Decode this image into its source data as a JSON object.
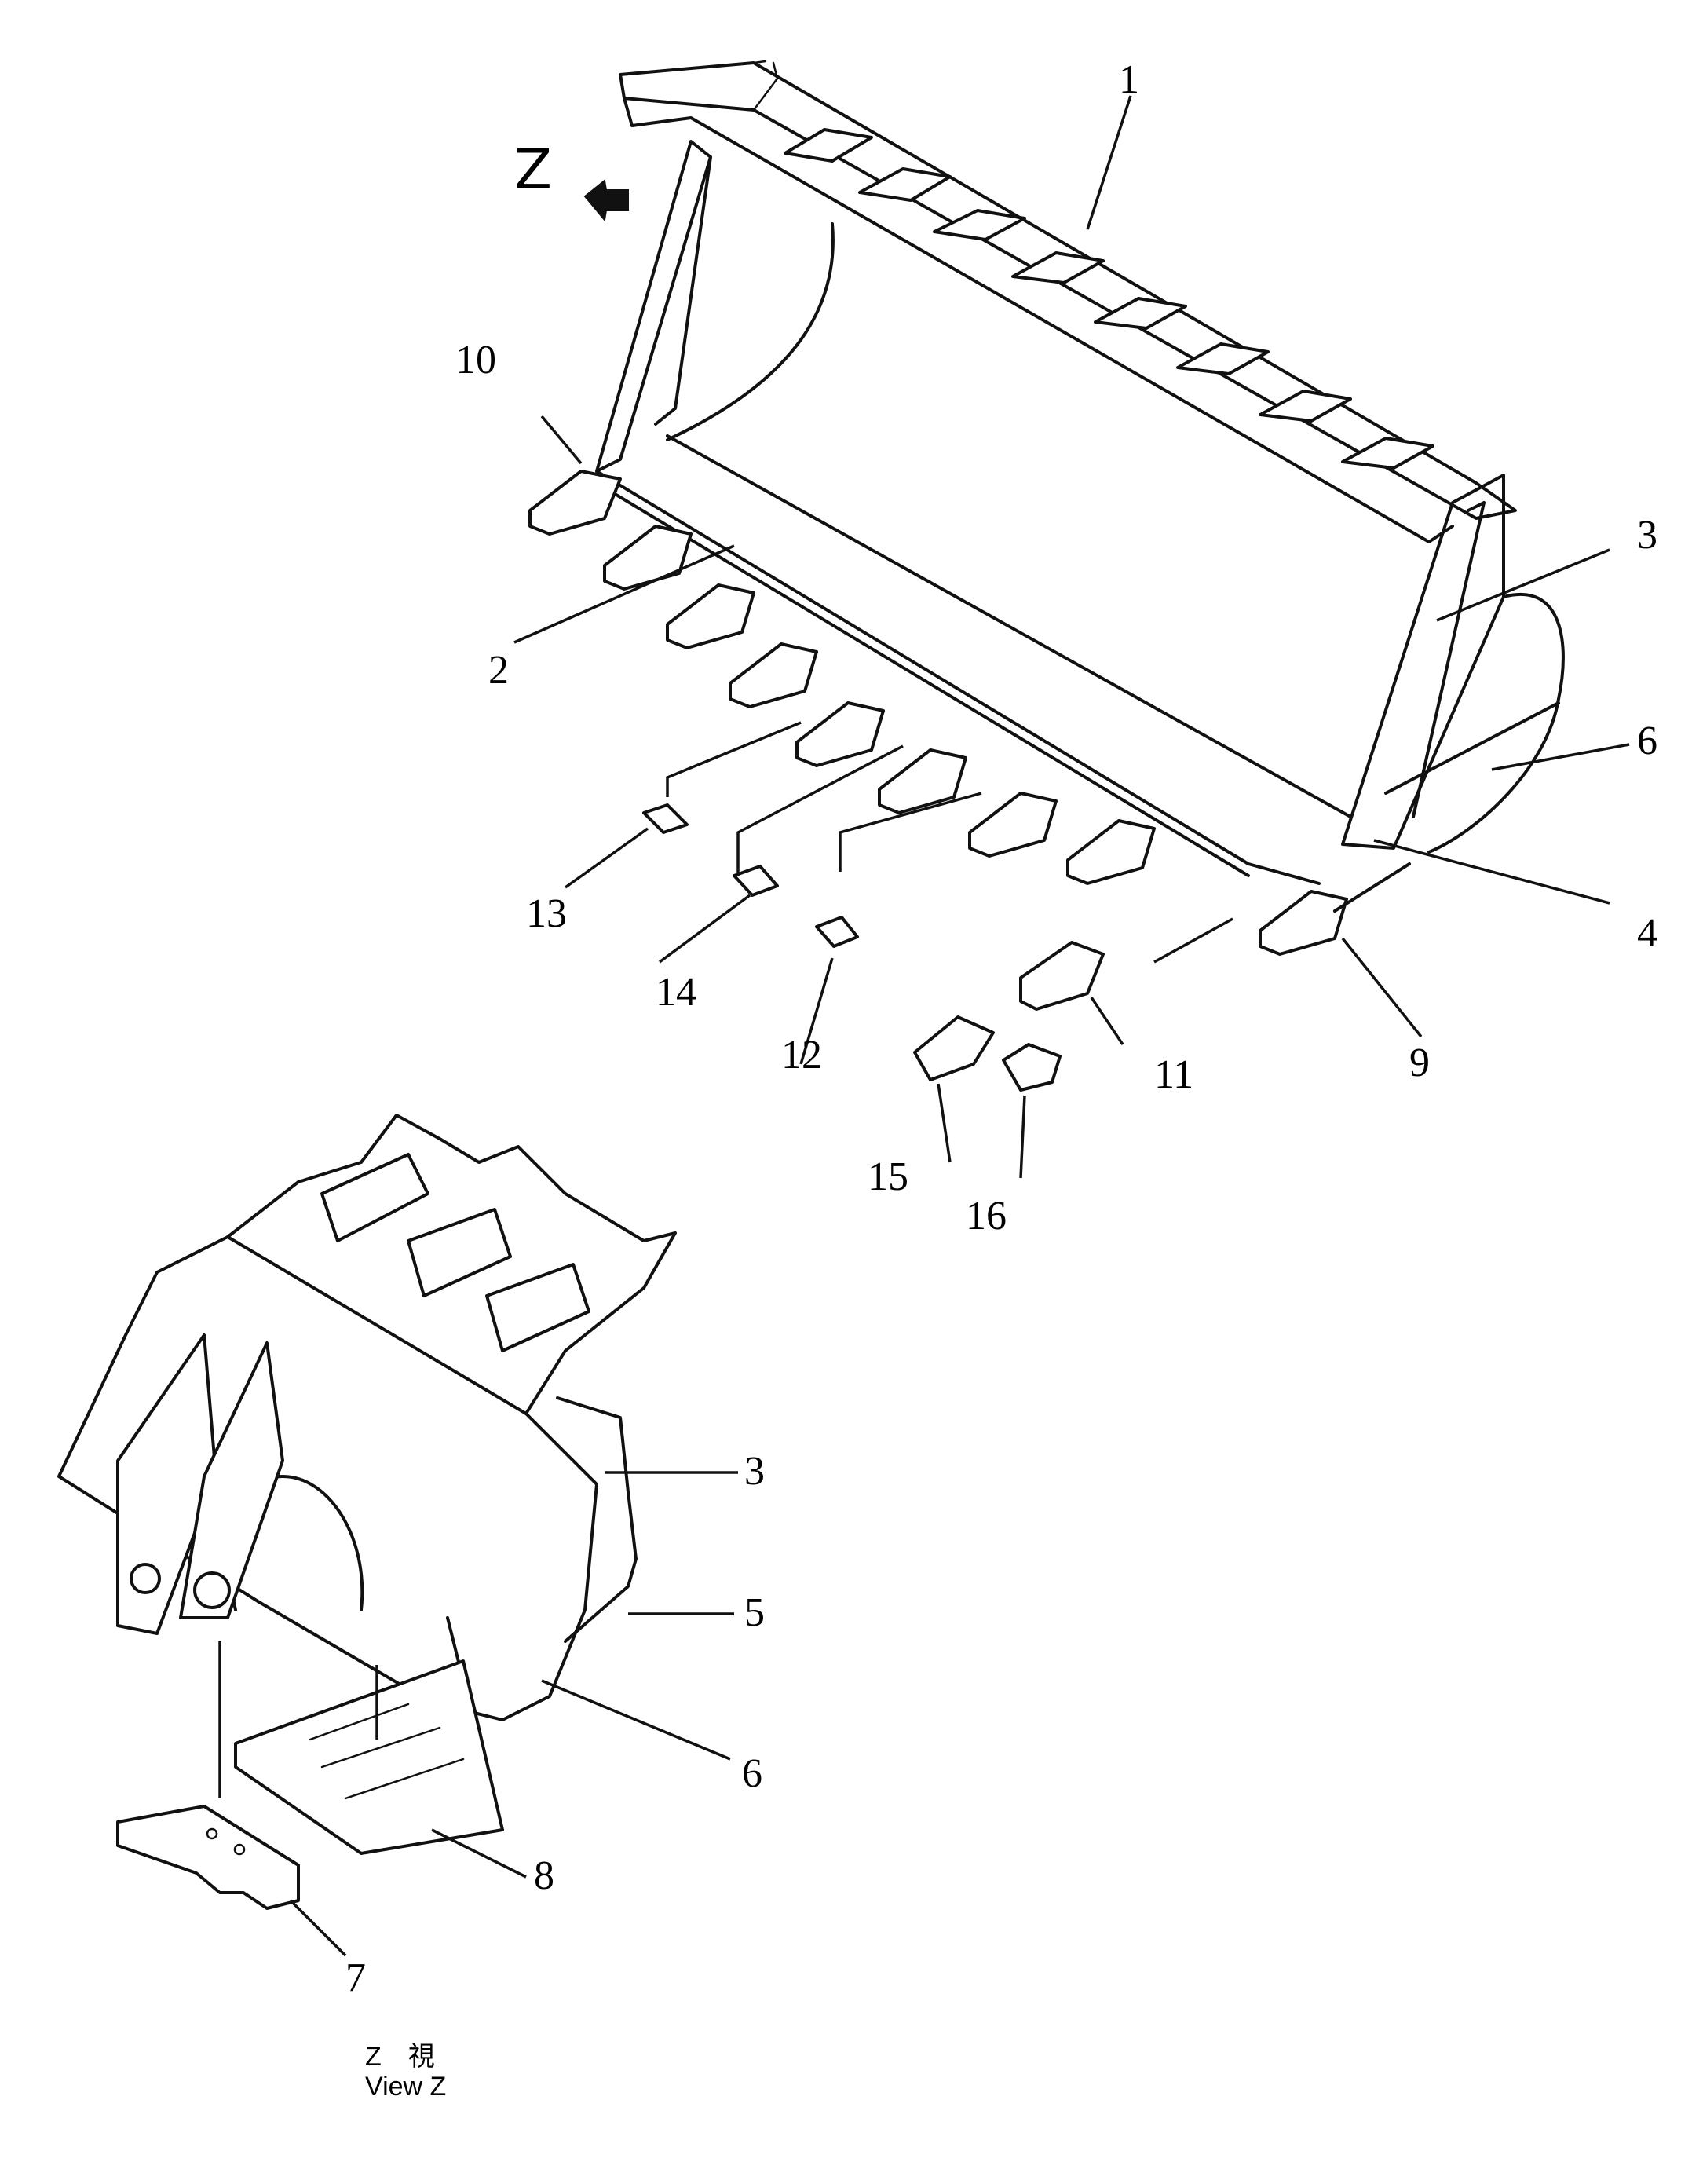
{
  "view_marker": "Z",
  "caption": {
    "line1": "Z　視",
    "line2": "View Z"
  },
  "callouts": [
    {
      "id": "1",
      "text": "1"
    },
    {
      "id": "2",
      "text": "2"
    },
    {
      "id": "3a",
      "text": "3"
    },
    {
      "id": "4",
      "text": "4"
    },
    {
      "id": "6a",
      "text": "6"
    },
    {
      "id": "9",
      "text": "9"
    },
    {
      "id": "10",
      "text": "10"
    },
    {
      "id": "11",
      "text": "11"
    },
    {
      "id": "12",
      "text": "12"
    },
    {
      "id": "13",
      "text": "13"
    },
    {
      "id": "14",
      "text": "14"
    },
    {
      "id": "15",
      "text": "15"
    },
    {
      "id": "16",
      "text": "16"
    },
    {
      "id": "3b",
      "text": "3"
    },
    {
      "id": "5",
      "text": "5"
    },
    {
      "id": "6b",
      "text": "6"
    },
    {
      "id": "7",
      "text": "7"
    },
    {
      "id": "8",
      "text": "8"
    }
  ]
}
